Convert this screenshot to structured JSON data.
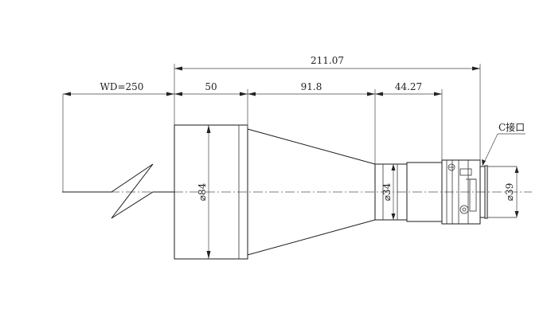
{
  "dimensions": {
    "wd": "WD=250",
    "seg1": "50",
    "seg2": "91.8",
    "seg3": "44.27",
    "total": "211.07",
    "dia_front": "⌀84",
    "dia_mid": "⌀34",
    "dia_mount": "⌀39"
  },
  "labels": {
    "mount": "C接口"
  },
  "colors": {
    "line": "#1a1a1a",
    "background": "#ffffff"
  }
}
